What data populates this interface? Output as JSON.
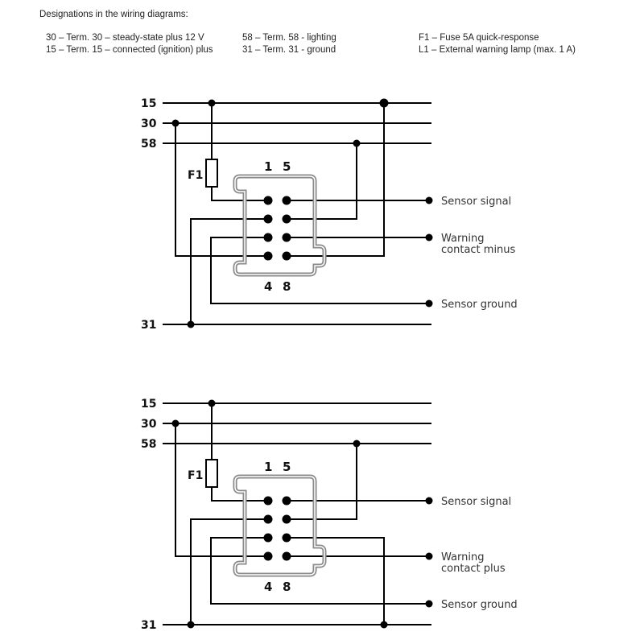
{
  "legend": {
    "title": "Designations in the wiring diagrams:",
    "columns": [
      [
        "30 – Term. 30 – steady-state plus 12 V",
        "15 – Term. 15 – connected (ignition) plus"
      ],
      [
        "58 – Term. 58 - lighting",
        "31 – Term. 31 - ground"
      ],
      [
        "F1 – Fuse 5A quick-response",
        "L1 – External warning lamp (max. 1 A)"
      ]
    ]
  },
  "diagrams": [
    {
      "id": "top",
      "bus_labels": {
        "t15": "15",
        "t30": "30",
        "t58": "58",
        "t31": "31"
      },
      "fuse_label": "F1",
      "pin_top_labels": [
        "1",
        "5"
      ],
      "pin_bottom_labels": [
        "4",
        "8"
      ],
      "outputs": {
        "sensor_signal": [
          "Sensor signal"
        ],
        "warning_contact": [
          "Warning",
          "contact minus"
        ],
        "sensor_ground": [
          "Sensor ground"
        ]
      }
    },
    {
      "id": "bottom",
      "bus_labels": {
        "t15": "15",
        "t30": "30",
        "t58": "58",
        "t31": "31"
      },
      "fuse_label": "F1",
      "pin_top_labels": [
        "1",
        "5"
      ],
      "pin_bottom_labels": [
        "4",
        "8"
      ],
      "outputs": {
        "sensor_signal": [
          "Sensor signal"
        ],
        "warning_contact": [
          "Warning",
          "contact plus"
        ],
        "sensor_ground": [
          "Sensor ground"
        ]
      }
    }
  ],
  "colors": {
    "wire": "#000000",
    "connector_outline": "#8a8a8a",
    "text": "#222222"
  }
}
